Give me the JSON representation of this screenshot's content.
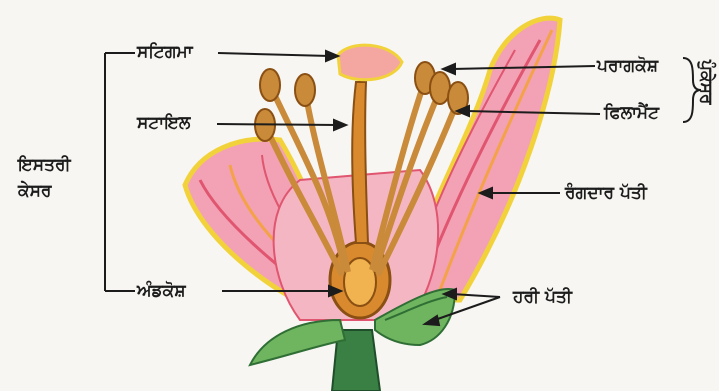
{
  "labels": {
    "stigma": "ਸਟਿਗਮਾ",
    "style": "ਸਟਾਇਲ",
    "ovary": "ਅੰਡਕੋਸ਼",
    "pistil": "ਇਸਤਰੀ\nਕੇਸਰ",
    "anther": "ਪਰਾਗਕੋਸ਼",
    "filament": "ਫਿਲਾਮੈਂਟ",
    "stamen": "ਪੁੰਕੇਸਰ",
    "petal": "ਰੰਗਦਾਰ ਪੱਤੀ",
    "sepal": "ਹਰੀ ਪੱਤੀ"
  },
  "colors": {
    "petal_pink": "#f2a2b4",
    "petal_line": "#e0556f",
    "petal_orange": "#f4a24a",
    "yellow_edge": "#f2d23a",
    "stem_green": "#3f8a4a",
    "sepal_green": "#6fb45e",
    "filament": "#c98a3a",
    "ovary": "#d98a2e"
  }
}
